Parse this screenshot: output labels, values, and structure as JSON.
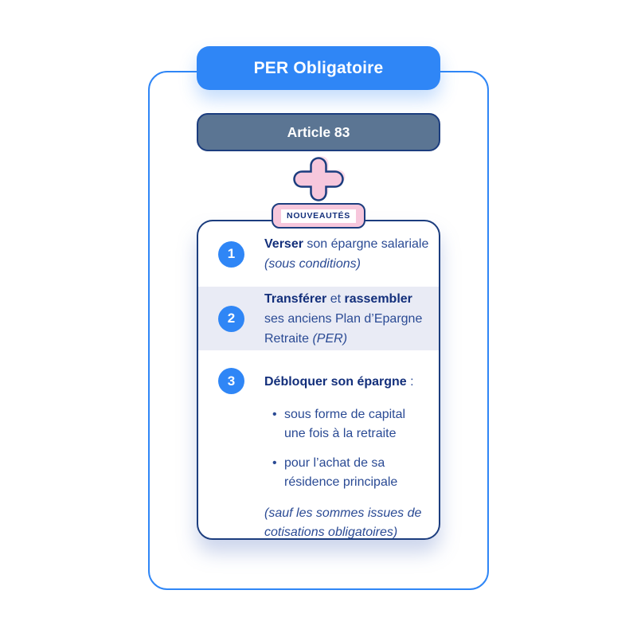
{
  "colors": {
    "primary_blue": "#2F86F6",
    "navy_border": "#1C3D7E",
    "slate": "#5B7593",
    "pink": "#F7C7DC",
    "pink_light": "#FBDCE9",
    "row_alt_bg": "#E9EBF5",
    "text_regular": "#2A4A94",
    "text_bold": "#132F7B"
  },
  "icons": {
    "plus_icon": "plus"
  },
  "title_pill": {
    "label": "PER Obligatoire"
  },
  "article_pill": {
    "label": "Article 83"
  },
  "badge": {
    "label": "NOUVEAUTÉS"
  },
  "card": {
    "bullet_char": "•",
    "items": [
      {
        "number": "1",
        "seg": {
          "b1": "Verser",
          "n1": " son épargne salariale ",
          "i1": "(sous conditions)"
        }
      },
      {
        "number": "2",
        "seg": {
          "b1": "Transférer",
          "n1": " et ",
          "b2": "rassembler",
          "n2": " ses anciens Plan d’Epargne Retraite ",
          "i1": "(PER)"
        }
      },
      {
        "number": "3",
        "heading": {
          "b": "Débloquer son épargne",
          "n": " :"
        },
        "bullets": [
          "sous forme de capital une fois à la retraite",
          "pour l’achat de sa résidence principale"
        ],
        "note": "(sauf les sommes issues de cotisations obligatoires)"
      }
    ]
  }
}
